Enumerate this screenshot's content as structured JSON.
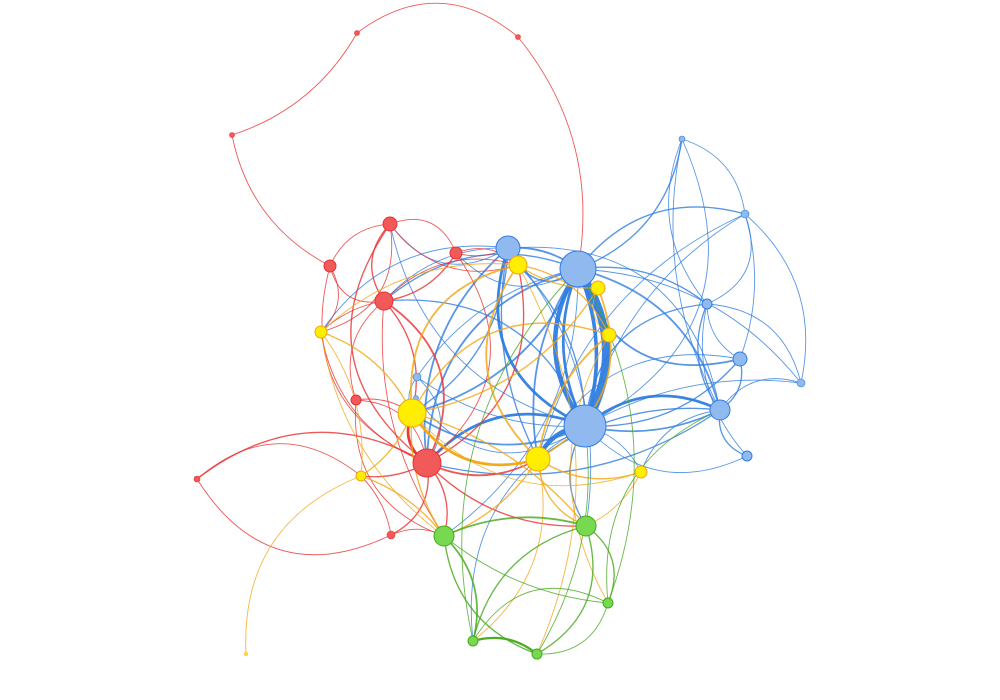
{
  "colors": {
    "red": "#f25a5a",
    "yellow": "#ffee00",
    "blue": "#8fb9ef",
    "green": "#77d94f",
    "red_edge": "#e83030",
    "yellow_edge": "#f2a510",
    "blue_edge": "#2f7de0",
    "green_edge": "#43a81a"
  },
  "graph": {
    "nodes": [
      {
        "id": "b_hub1",
        "group": "blue"
      },
      {
        "id": "b_hub2",
        "group": "blue"
      },
      {
        "id": "b_top",
        "group": "blue"
      },
      {
        "id": "b_right",
        "group": "blue"
      },
      {
        "id": "b_r2",
        "group": "blue"
      },
      {
        "id": "b_r3",
        "group": "blue"
      },
      {
        "id": "b_far",
        "group": "blue"
      },
      {
        "id": "b_tr1",
        "group": "blue"
      },
      {
        "id": "b_tr2",
        "group": "blue"
      },
      {
        "id": "b_low",
        "group": "blue"
      },
      {
        "id": "b_small",
        "group": "blue"
      },
      {
        "id": "b_dot",
        "group": "blue"
      },
      {
        "id": "r_big",
        "group": "red"
      },
      {
        "id": "r_mid",
        "group": "red"
      },
      {
        "id": "r_top",
        "group": "red"
      },
      {
        "id": "r_tr",
        "group": "red"
      },
      {
        "id": "r_left",
        "group": "red"
      },
      {
        "id": "r_small",
        "group": "red"
      },
      {
        "id": "r_low",
        "group": "red"
      },
      {
        "id": "r_far",
        "group": "red"
      },
      {
        "id": "r_arc1",
        "group": "red"
      },
      {
        "id": "r_arc2",
        "group": "red"
      },
      {
        "id": "r_arc3",
        "group": "red"
      },
      {
        "id": "y_big",
        "group": "yellow"
      },
      {
        "id": "y_mid",
        "group": "yellow"
      },
      {
        "id": "y_top",
        "group": "yellow"
      },
      {
        "id": "y_r1",
        "group": "yellow"
      },
      {
        "id": "y_r2",
        "group": "yellow"
      },
      {
        "id": "y_left",
        "group": "yellow"
      },
      {
        "id": "y_lowl",
        "group": "yellow"
      },
      {
        "id": "y_rlow",
        "group": "yellow"
      },
      {
        "id": "y_far",
        "group": "yellow"
      },
      {
        "id": "g_1",
        "group": "green"
      },
      {
        "id": "g_2",
        "group": "green"
      },
      {
        "id": "g_3",
        "group": "green"
      },
      {
        "id": "g_4",
        "group": "green"
      },
      {
        "id": "g_5",
        "group": "green"
      }
    ],
    "edges": [
      [
        "b_hub1",
        "b_hub2",
        9
      ],
      [
        "b_hub1",
        "b_hub2",
        5
      ],
      [
        "b_hub1",
        "b_hub2",
        4
      ],
      [
        "b_hub1",
        "b_hub2",
        3
      ],
      [
        "b_hub1",
        "y_mid",
        5
      ],
      [
        "b_hub1",
        "b_right",
        3
      ],
      [
        "b_hub1",
        "b_right",
        2
      ],
      [
        "b_hub1",
        "b_top",
        3
      ],
      [
        "b_hub1",
        "r_big",
        3
      ],
      [
        "b_hub1",
        "y_big",
        2
      ],
      [
        "b_hub1",
        "b_r2",
        1.5
      ],
      [
        "b_hub1",
        "b_r3",
        1.5
      ],
      [
        "b_hub1",
        "b_low",
        1
      ],
      [
        "b_hub1",
        "b_small",
        1
      ],
      [
        "b_hub1",
        "g_2",
        1.5
      ],
      [
        "b_hub1",
        "y_rlow",
        1
      ],
      [
        "b_hub1",
        "r_mid",
        1.5
      ],
      [
        "b_hub1",
        "b_tr2",
        1
      ],
      [
        "b_hub1",
        "g_4",
        1
      ],
      [
        "b_hub1",
        "r_top",
        1
      ],
      [
        "b_hub1",
        "y_top",
        1.5
      ],
      [
        "b_hub1",
        "b_far",
        1
      ],
      [
        "b_hub1",
        "b_tr1",
        1
      ],
      [
        "b_hub1",
        "b_dot",
        1
      ],
      [
        "b_hub2",
        "b_top",
        2
      ],
      [
        "b_hub2",
        "b_right",
        2
      ],
      [
        "b_hub2",
        "b_r2",
        2
      ],
      [
        "b_hub2",
        "b_r3",
        1.5
      ],
      [
        "b_hub2",
        "b_tr1",
        1.5
      ],
      [
        "b_hub2",
        "b_tr2",
        1.5
      ],
      [
        "b_hub2",
        "r_big",
        2
      ],
      [
        "b_hub2",
        "y_big",
        2
      ],
      [
        "b_hub2",
        "y_mid",
        2
      ],
      [
        "b_hub2",
        "y_top",
        1.5
      ],
      [
        "b_hub2",
        "r_mid",
        1.5
      ],
      [
        "b_hub2",
        "b_far",
        1
      ],
      [
        "b_hub2",
        "y_r1",
        1
      ],
      [
        "b_hub2",
        "g_1",
        1
      ],
      [
        "b_hub2",
        "b_small",
        1
      ],
      [
        "b_hub2",
        "r_tr",
        1
      ],
      [
        "b_top",
        "r_big",
        2
      ],
      [
        "b_top",
        "y_big",
        1.5
      ],
      [
        "b_top",
        "y_mid",
        1.5
      ],
      [
        "b_top",
        "r_top",
        1
      ],
      [
        "b_top",
        "r_mid",
        1
      ],
      [
        "b_top",
        "b_right",
        1
      ],
      [
        "b_top",
        "y_left",
        1
      ],
      [
        "b_top",
        "g_2",
        1
      ],
      [
        "b_right",
        "b_r2",
        1.5
      ],
      [
        "b_right",
        "b_r3",
        1.5
      ],
      [
        "b_right",
        "b_low",
        1.5
      ],
      [
        "b_right",
        "b_far",
        1
      ],
      [
        "b_right",
        "y_mid",
        1.5
      ],
      [
        "b_right",
        "r_big",
        1.5
      ],
      [
        "b_right",
        "y_rlow",
        1
      ],
      [
        "b_right",
        "b_tr1",
        1
      ],
      [
        "b_r2",
        "b_tr2",
        1
      ],
      [
        "b_r2",
        "b_r3",
        1
      ],
      [
        "b_r2",
        "y_mid",
        1
      ],
      [
        "b_r3",
        "b_far",
        1
      ],
      [
        "b_r3",
        "b_tr2",
        1
      ],
      [
        "b_low",
        "b_r3",
        1
      ],
      [
        "b_far",
        "b_tr2",
        1
      ],
      [
        "b_tr1",
        "b_tr2",
        1
      ],
      [
        "b_tr1",
        "b_r3",
        1
      ],
      [
        "b_small",
        "r_big",
        1
      ],
      [
        "b_small",
        "y_big",
        1
      ],
      [
        "b_dot",
        "y_big",
        1
      ],
      [
        "b_tr2",
        "y_mid",
        1
      ],
      [
        "r_arc3",
        "b_hub2",
        1
      ],
      [
        "r_arc3",
        "r_arc2",
        1
      ],
      [
        "r_arc2",
        "r_arc1",
        1
      ],
      [
        "r_arc1",
        "r_left",
        1
      ],
      [
        "r_big",
        "y_big",
        3
      ],
      [
        "r_big",
        "r_mid",
        2
      ],
      [
        "r_big",
        "r_top",
        1.5
      ],
      [
        "r_big",
        "r_tr",
        1
      ],
      [
        "r_big",
        "r_left",
        1
      ],
      [
        "r_big",
        "r_small",
        1
      ],
      [
        "r_big",
        "r_low",
        1.5
      ],
      [
        "r_big",
        "r_far",
        1.5
      ],
      [
        "r_big",
        "y_lowl",
        1.5
      ],
      [
        "r_big",
        "y_mid",
        2
      ],
      [
        "r_big",
        "g_1",
        1.5
      ],
      [
        "r_big",
        "g_2",
        1.5
      ],
      [
        "r_big",
        "y_left",
        1
      ],
      [
        "r_big",
        "y_top",
        1.5
      ],
      [
        "r_mid",
        "r_top",
        1.5
      ],
      [
        "r_mid",
        "r_tr",
        1.5
      ],
      [
        "r_mid",
        "r_left",
        1
      ],
      [
        "r_mid",
        "y_left",
        1
      ],
      [
        "r_mid",
        "y_big",
        1.5
      ],
      [
        "r_mid",
        "r_small",
        1
      ],
      [
        "r_mid",
        "y_top",
        1
      ],
      [
        "r_mid",
        "g_1",
        1
      ],
      [
        "r_top",
        "r_tr",
        1
      ],
      [
        "r_top",
        "r_left",
        1
      ],
      [
        "r_top",
        "y_left",
        1
      ],
      [
        "r_top",
        "y_top",
        1
      ],
      [
        "r_tr",
        "y_top",
        1
      ],
      [
        "r_tr",
        "b_top",
        1
      ],
      [
        "r_far",
        "y_lowl",
        1
      ],
      [
        "r_far",
        "r_low",
        1
      ],
      [
        "r_low",
        "g_1",
        1
      ],
      [
        "r_low",
        "y_lowl",
        1
      ],
      [
        "r_small",
        "y_big",
        1
      ],
      [
        "r_small",
        "g_1",
        1
      ],
      [
        "r_left",
        "y_left",
        1
      ],
      [
        "y_big",
        "y_mid",
        3
      ],
      [
        "y_big",
        "y_top",
        2
      ],
      [
        "y_big",
        "y_r1",
        1.5
      ],
      [
        "y_big",
        "y_r2",
        1.5
      ],
      [
        "y_big",
        "y_left",
        1.5
      ],
      [
        "y_big",
        "y_lowl",
        1.5
      ],
      [
        "y_big",
        "g_1",
        1.5
      ],
      [
        "y_big",
        "g_2",
        1.5
      ],
      [
        "y_big",
        "y_rlow",
        1
      ],
      [
        "y_mid",
        "y_top",
        2
      ],
      [
        "y_mid",
        "y_r1",
        2
      ],
      [
        "y_mid",
        "y_r2",
        2
      ],
      [
        "y_mid",
        "g_2",
        1.5
      ],
      [
        "y_mid",
        "g_1",
        1.5
      ],
      [
        "y_mid",
        "y_rlow",
        1.5
      ],
      [
        "y_mid",
        "g_4",
        1
      ],
      [
        "y_top",
        "y_r1",
        1.5
      ],
      [
        "y_top",
        "y_r2",
        1.5
      ],
      [
        "y_top",
        "y_left",
        1
      ],
      [
        "y_top",
        "g_3",
        1
      ],
      [
        "y_r1",
        "y_r2",
        1
      ],
      [
        "y_left",
        "y_lowl",
        1
      ],
      [
        "y_left",
        "g_1",
        1
      ],
      [
        "y_lowl",
        "g_1",
        1.5
      ],
      [
        "y_lowl",
        "y_far",
        1
      ],
      [
        "y_rlow",
        "g_2",
        1
      ],
      [
        "y_r2",
        "g_5",
        1
      ],
      [
        "g_1",
        "g_2",
        2
      ],
      [
        "g_1",
        "g_3",
        1.5
      ],
      [
        "g_1",
        "g_4",
        2
      ],
      [
        "g_1",
        "g_5",
        1
      ],
      [
        "g_2",
        "g_3",
        1.5
      ],
      [
        "g_2",
        "g_4",
        1.5
      ],
      [
        "g_2",
        "g_5",
        1.5
      ],
      [
        "g_3",
        "g_4",
        2.5
      ],
      [
        "g_4",
        "g_5",
        1
      ],
      [
        "g_3",
        "g_5",
        1
      ],
      [
        "g_5",
        "b_right",
        1
      ],
      [
        "g_5",
        "b_hub2",
        1
      ],
      [
        "g_4",
        "b_hub2",
        1
      ],
      [
        "g_3",
        "b_hub1",
        1
      ]
    ]
  }
}
